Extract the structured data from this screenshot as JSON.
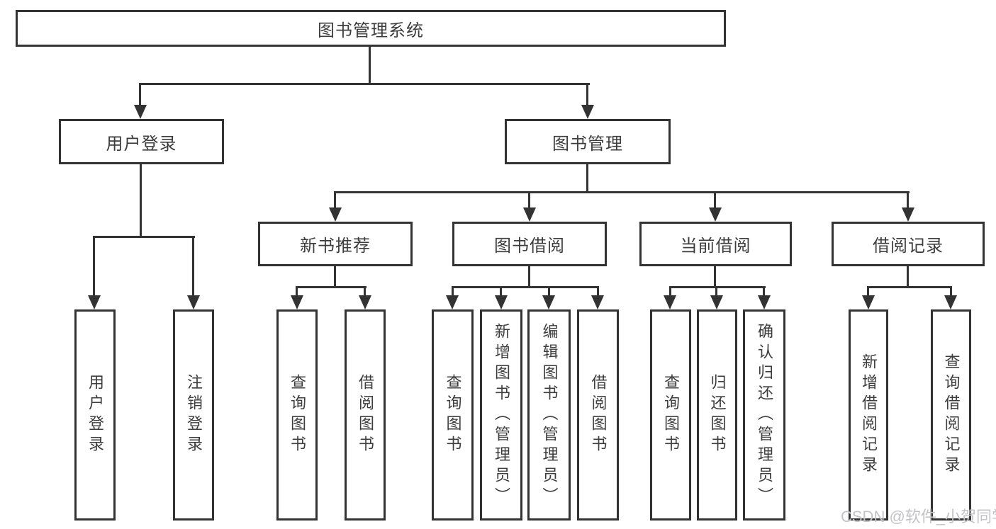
{
  "diagram": {
    "title": "图书管理系统",
    "colors": {
      "line": "#333333",
      "text": "#3d3d3d",
      "background": "#ffffff",
      "watermark": "#c3c3c7"
    },
    "nodes": {
      "root": "图书管理系统",
      "user_login": "用户登录",
      "book_mgmt": "图书管理",
      "new_book_rec": "新书推荐",
      "book_borrow": "图书借阅",
      "current_borrow": "当前借阅",
      "borrow_record": "借阅记录",
      "leaf_user_login": "用户登录",
      "leaf_logout": "注销登录",
      "leaf_query_book_1": "查询图书",
      "leaf_borrow_book_1": "借阅图书",
      "leaf_query_book_2": "查询图书",
      "leaf_add_book": "新增图书（管理员）",
      "leaf_edit_book": "编辑图书（管理员）",
      "leaf_borrow_book_2": "借阅图书",
      "leaf_query_book_3": "查询图书",
      "leaf_return_book": "归还图书",
      "leaf_confirm_return": "确认归还（管理员）",
      "leaf_add_record": "新增借阅记录",
      "leaf_query_record": "查询借阅记录"
    }
  },
  "watermark": {
    "text": "CSDN @软件_小贺同学"
  }
}
